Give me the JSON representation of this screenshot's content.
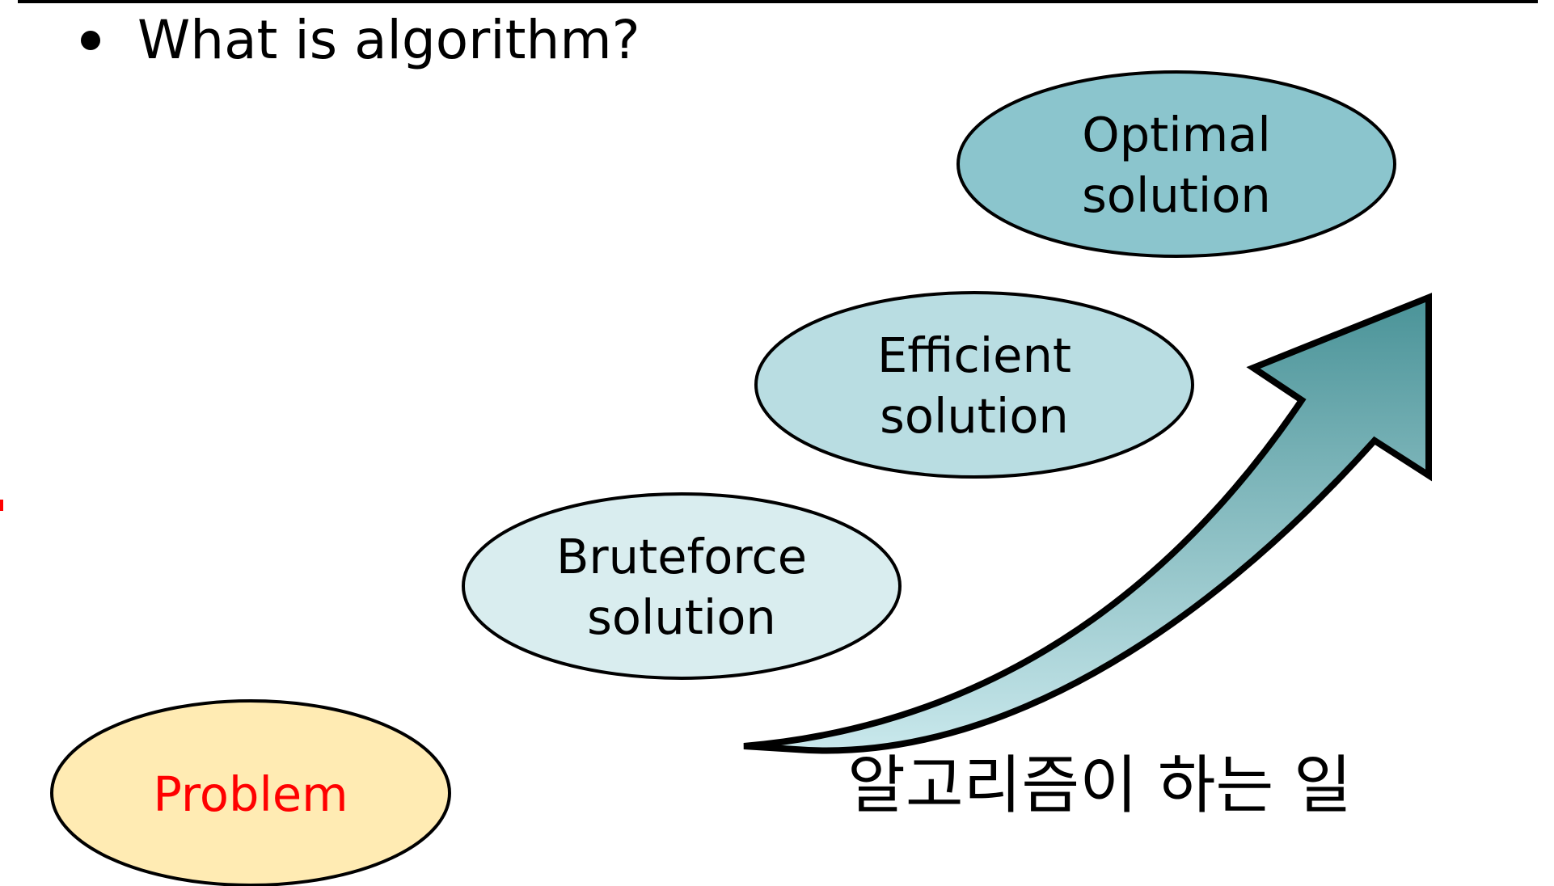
{
  "slide": {
    "bullet_text": "What is algorithm?",
    "caption": "알고리즘이 하는 일"
  },
  "nodes": {
    "problem": {
      "line1": "Problem",
      "color_fill": "#ffebb3",
      "color_text": "#ff0000"
    },
    "bruteforce": {
      "line1": "Bruteforce",
      "line2": "solution",
      "color_fill": "#d9edef"
    },
    "efficient": {
      "line1": "Efficient",
      "line2": "solution",
      "color_fill": "#b9dde2"
    },
    "optimal": {
      "line1": "Optimal",
      "line2": "solution",
      "color_fill": "#8bc5cd"
    }
  },
  "arrow": {
    "gradient_top": "#4a9398",
    "gradient_bottom": "#c9e8ec"
  }
}
